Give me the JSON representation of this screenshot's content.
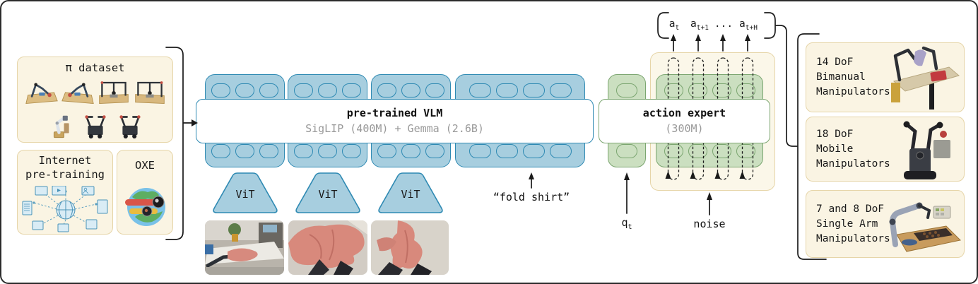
{
  "colors": {
    "blue_fill": "#a7cedf",
    "blue_border": "#2f8ab3",
    "green_fill": "#cbdfc0",
    "green_border": "#7ca671",
    "cream_fill": "#faf4e3",
    "cream_border": "#e6d5a8",
    "subtitle_gray": "#999999"
  },
  "pretraining": {
    "pi_dataset_label": "π dataset",
    "internet_label_line1": "Internet",
    "internet_label_line2": "pre-training",
    "oxe_label": "OXE"
  },
  "vlm": {
    "title": "pre-trained VLM",
    "subtitle": "SigLIP (400M) + Gemma (2.6B)",
    "vit_labels": [
      "ViT",
      "ViT",
      "ViT"
    ],
    "prompt": "“fold shirt”"
  },
  "action_expert": {
    "title": "action expert",
    "subtitle": "(300M)",
    "state_token": {
      "base": "q",
      "sub": "t"
    },
    "noise_label": "noise",
    "action_tokens": [
      {
        "base": "a",
        "sub": "t"
      },
      {
        "base": "a",
        "sub": "t+1"
      },
      {
        "base": "...",
        "sub": ""
      },
      {
        "base": "a",
        "sub": "t+H"
      }
    ]
  },
  "robot_platforms": [
    {
      "lines": [
        "14 DoF",
        "Bimanual",
        "Manipulators"
      ]
    },
    {
      "lines": [
        "18 DoF",
        "Mobile",
        "Manipulators"
      ]
    },
    {
      "lines": [
        "7 and 8 DoF",
        "Single Arm",
        "Manipulators"
      ]
    }
  ]
}
